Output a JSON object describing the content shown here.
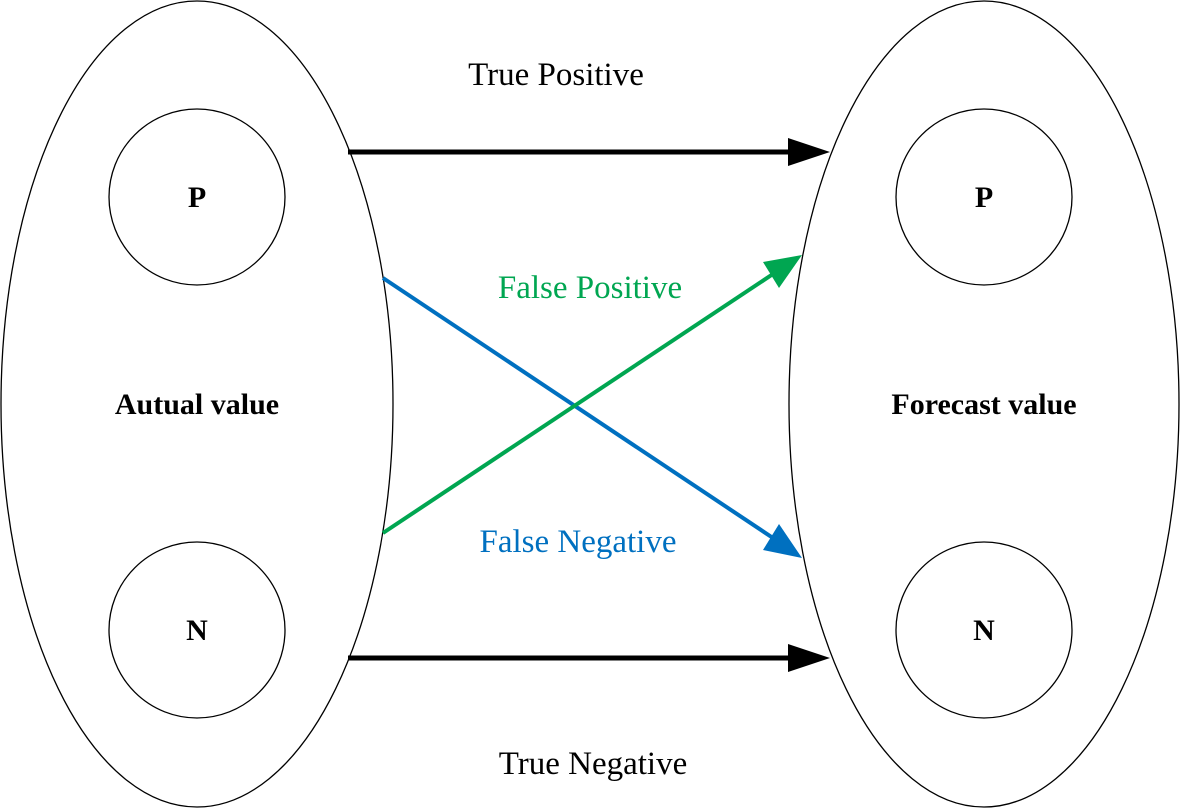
{
  "diagram": {
    "left_group": {
      "label": "Autual value",
      "top_node": "P",
      "bottom_node": "N"
    },
    "right_group": {
      "label": "Forecast value",
      "top_node": "P",
      "bottom_node": "N"
    },
    "edges": {
      "true_positive": {
        "label": "True Positive",
        "color": "#000000"
      },
      "false_positive": {
        "label": "False Positive",
        "color": "#00A651"
      },
      "false_negative": {
        "label": "False Negative",
        "color": "#0070C0"
      },
      "true_negative": {
        "label": "True Negative",
        "color": "#000000"
      }
    }
  }
}
